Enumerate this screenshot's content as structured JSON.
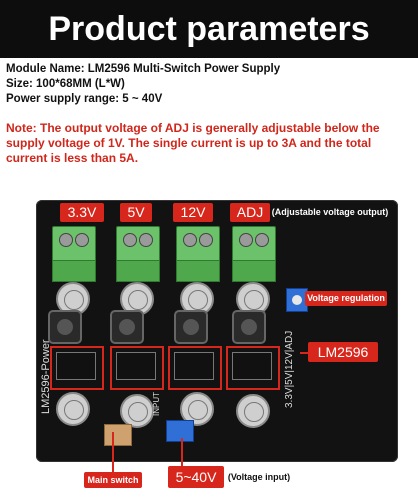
{
  "header": {
    "title": "Product parameters"
  },
  "specs": {
    "line1": "Module Name: LM2596 Multi-Switch Power Supply",
    "line2": "Size: 100*68MM (L*W)",
    "line3": "Power supply range: 5 ~ 40V"
  },
  "note": "Note: The output voltage of ADJ is generally adjustable below the supply voltage of 1V. The single current is up to 3A and the total current is less than 5A.",
  "labels": {
    "v33": "3.3V",
    "v5": "5V",
    "v12": "12V",
    "adj": "ADJ",
    "adj_sub": "(Adjustable voltage output)",
    "voltage_regulation": "Voltage regulation",
    "lm2596": "LM2596",
    "main_switch": "Main switch",
    "input_range": "5~40V",
    "input_sub": "(Voltage input)"
  },
  "board_silk": {
    "left": "LM2596-Power",
    "right": "3.3V|5V|12V|ADJ",
    "input": "INPUT"
  },
  "colors": {
    "accent_red": "#d7271c",
    "header_bg": "#0d0d0d",
    "terminal_green": "#6cc26a",
    "pot_blue": "#2f6fd6"
  }
}
